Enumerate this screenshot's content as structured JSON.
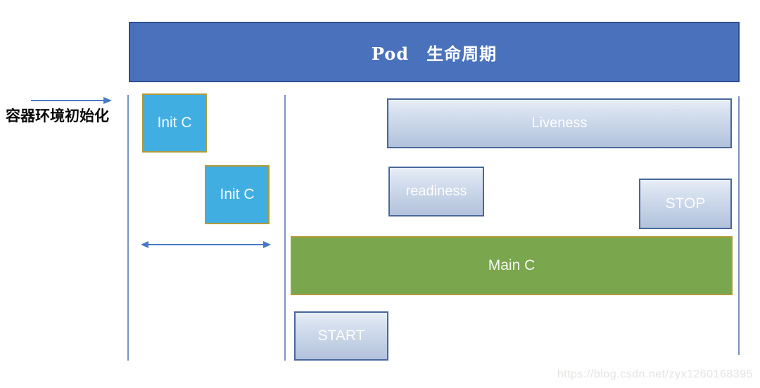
{
  "header": {
    "title": "Pod　生命周期"
  },
  "left_annotation": {
    "label": "容器环境初始化",
    "arrow_icon": "right-arrow"
  },
  "init_containers": [
    {
      "label": "Init C"
    },
    {
      "label": "Init C"
    }
  ],
  "probe_boxes": {
    "liveness": "Liveness",
    "readiness": "readiness"
  },
  "lifecycle_boxes": {
    "start": "START",
    "stop": "STOP",
    "main_container": "Main C"
  },
  "watermark": "https://blog.csdn.net/zyx1260168395",
  "colors": {
    "header_blue": "#4a72bc",
    "header_border": "#2e4e8e",
    "init_cyan": "#41aee2",
    "gold_border": "#b09a38",
    "main_green": "#7aa64e",
    "probe_gradient_top": "#e9eff7",
    "probe_gradient_bottom": "#b2c2dc",
    "probe_border": "#48679c",
    "timeline_line": "#7a92c4",
    "arrow_blue": "#4678c8",
    "watermark_gray": "#e3e3e1"
  }
}
